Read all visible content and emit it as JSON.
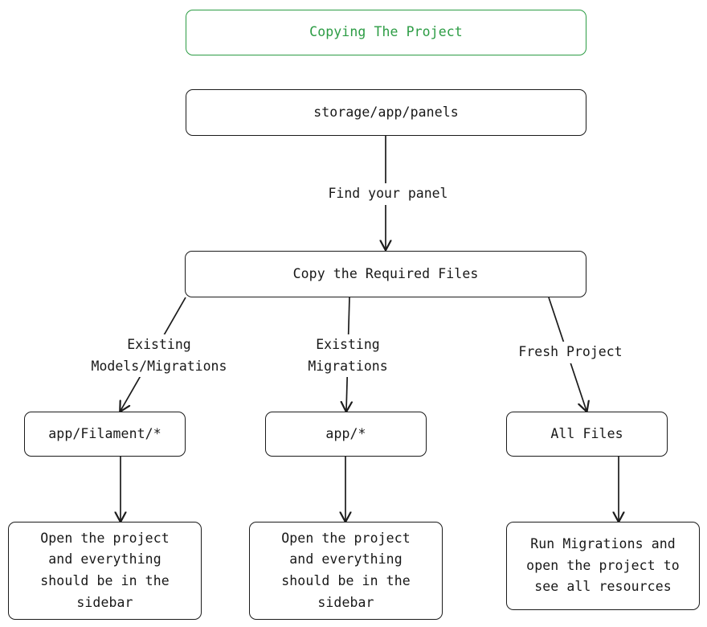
{
  "diagram": {
    "title_node": {
      "label": "Copying The Project",
      "color": "#2c9c44"
    },
    "nodes": [
      {
        "id": "storage",
        "label": "storage/app/panels"
      },
      {
        "id": "copy-files",
        "label": "Copy the Required Files"
      },
      {
        "id": "app-filament",
        "label": "app/Filament/*"
      },
      {
        "id": "app-all",
        "label": "app/*"
      },
      {
        "id": "all-files",
        "label": "All Files"
      },
      {
        "id": "outcome-left",
        "label": "Open the project\nand everything\nshould be in the\nsidebar"
      },
      {
        "id": "outcome-middle",
        "label": "Open the project\nand everything\nshould be in the\nsidebar"
      },
      {
        "id": "outcome-right",
        "label": "Run Migrations and\nopen the project to\nsee all resources"
      }
    ],
    "edge_labels": [
      {
        "id": "find-panel",
        "label": "Find your panel"
      },
      {
        "id": "existing-models-migrations",
        "label": "Existing\nModels/Migrations"
      },
      {
        "id": "existing-migrations",
        "label": "Existing\nMigrations"
      },
      {
        "id": "fresh-project",
        "label": "Fresh Project"
      }
    ],
    "stroke_color": "#1b1b1b",
    "background": "#ffffff"
  }
}
